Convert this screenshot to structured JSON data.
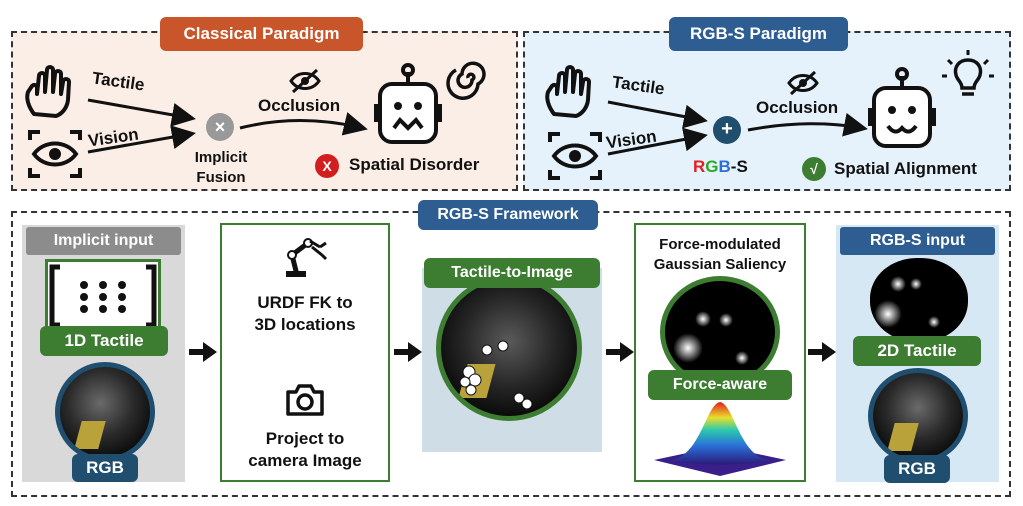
{
  "top_left": {
    "title": "Classical Paradigm",
    "tactile": "Tactile",
    "vision": "Vision",
    "occlusion": "Occlusion",
    "fusion_line1": "Implicit",
    "fusion_line2": "Fusion",
    "result": "Spatial Disorder",
    "result_mark": "X",
    "fusion_mark": "×"
  },
  "top_right": {
    "title": "RGB-S Paradigm",
    "tactile": "Tactile",
    "vision": "Vision",
    "occlusion": "Occlusion",
    "fusion_mark": "+",
    "rgbs": {
      "r": "R",
      "g": "G",
      "b": "B",
      "rest": "-S"
    },
    "result": "Spatial Alignment",
    "result_mark": "√"
  },
  "framework": {
    "title": "RGB-S Framework",
    "implicit_input": "Implicit input",
    "tactile_1d": "1D Tactile",
    "rgb_left": "RGB",
    "urdf_line1": "URDF FK to",
    "urdf_line2": "3D locations",
    "project_line1": "Project to",
    "project_line2": "camera Image",
    "tactile_to_image": "Tactile-to-Image",
    "saliency_line1": "Force-modulated",
    "saliency_line2": "Gaussian Saliency",
    "force_aware": "Force-aware",
    "rgbs_input": "RGB-S input",
    "tactile_2d": "2D Tactile",
    "rgb_right": "RGB"
  },
  "colors": {
    "orange": "#c8562a",
    "blue": "#2e5d92",
    "green": "#3d7d32",
    "grey": "#8c8c8c",
    "navy": "#1f4e6e",
    "peach": "#fbeee6",
    "lightblue": "#e6f2fb",
    "red": "#d11f1f"
  }
}
